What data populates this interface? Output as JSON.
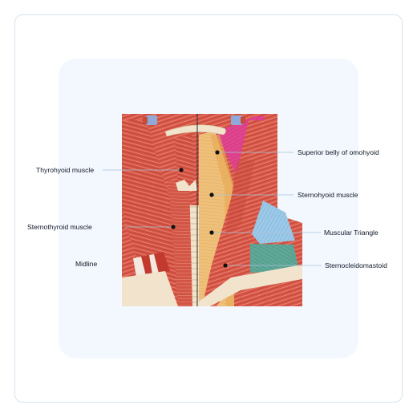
{
  "labels": {
    "thyrohyoid": "Thyrohyoid muscle",
    "sternothyroid": "Sternothyroid muscle",
    "midline": "Midline",
    "superior_belly_omohyoid": "Superior belly of omohyoid",
    "sternohyoid": "Sternohyoid muscle",
    "muscular_triangle": "Muscular Triangle",
    "sternocleidomastoid": "Sternocleidomastoid"
  },
  "colors": {
    "muscle_red": "#d95a4a",
    "muscle_dark": "#b8382f",
    "muscular_triangle_fill": "#eec07a",
    "omohyoid_pink": "#e0458f",
    "scalene_blue": "#9dc9e8",
    "teal": "#5fa898",
    "bone_beige": "#f1e3cc",
    "leader_line": "#a9c3d9",
    "frame_border": "#d6e2ee",
    "panel_bg": "#f2f8fd"
  }
}
